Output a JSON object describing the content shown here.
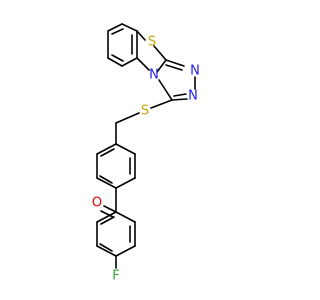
{
  "molecule": {
    "atoms": [
      {
        "symbol": "S",
        "color": "#C9A700"
      },
      {
        "symbol": "N",
        "color": "#1F1FE6"
      },
      {
        "symbol": "N",
        "color": "#1F1FE6"
      },
      {
        "symbol": "N",
        "color": "#1F1FE6"
      },
      {
        "symbol": "S",
        "color": "#C9A700"
      },
      {
        "symbol": "O",
        "color": "#E60000"
      },
      {
        "symbol": "F",
        "color": "#2EAA2E"
      }
    ]
  }
}
